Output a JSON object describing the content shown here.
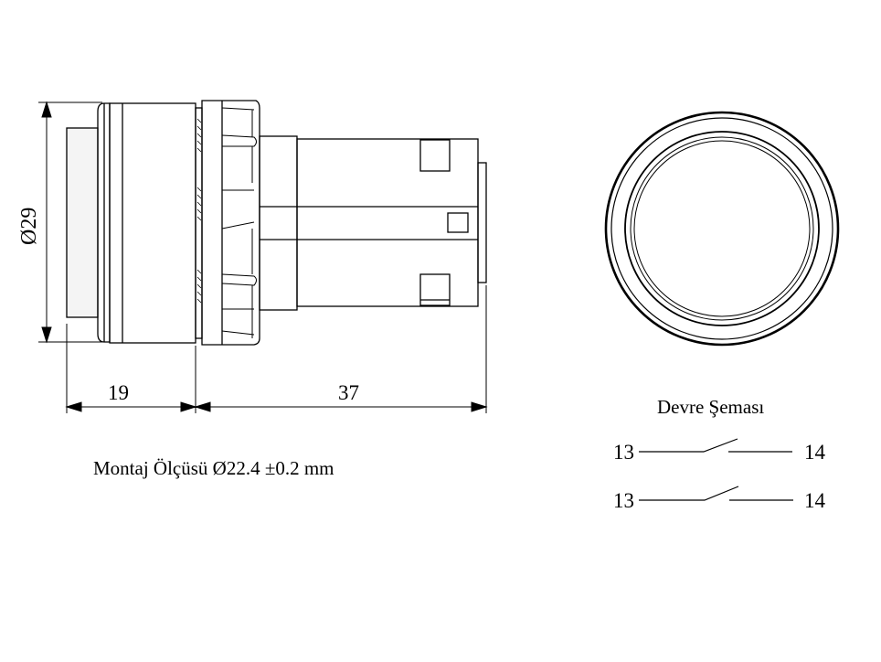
{
  "dimensions": {
    "diameter": "Ø29",
    "front_length": "19",
    "rear_length": "37"
  },
  "mounting_note": "Montaj Ölçüsü Ø22.4 ±0.2 mm",
  "circuit": {
    "title": "Devre Şeması",
    "contacts": [
      {
        "left": "13",
        "right": "14"
      },
      {
        "left": "13",
        "right": "14"
      }
    ]
  }
}
